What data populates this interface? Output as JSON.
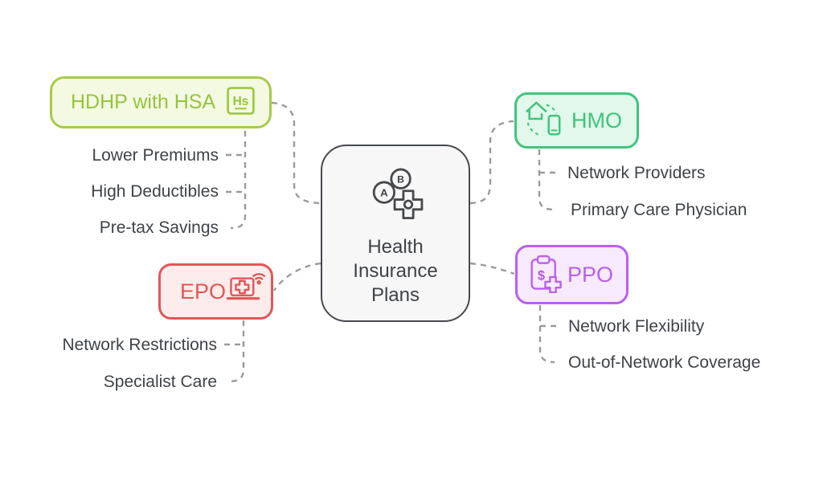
{
  "diagram": {
    "center": {
      "title": "Health Insurance Plans",
      "title_lines": [
        "Health",
        "Insurance",
        "Plans"
      ],
      "icon": "plan-options-medical-cross-icon",
      "icon_badges": [
        "A",
        "B"
      ],
      "border_color": "#46494d",
      "fill": "#f7f7f7"
    },
    "nodes": {
      "hdhp": {
        "label": "HDHP with HSA",
        "icon": "hsa-element-tile-icon",
        "icon_text": "Hs",
        "color": "#9cc840",
        "fill": "#f4f9e2",
        "children": [
          "Lower Premiums",
          "High Deductibles",
          "Pre-tax Savings"
        ]
      },
      "epo": {
        "label": "EPO",
        "icon": "telehealth-laptop-icon",
        "color": "#e15757",
        "fill": "#fdecec",
        "children": [
          "Network Restrictions",
          "Specialist Care"
        ]
      },
      "hmo": {
        "label": "HMO",
        "icon": "home-mobile-network-icon",
        "color": "#41c47e",
        "fill": "#e1f8ea",
        "children": [
          "Network Providers",
          "Primary Care Physician"
        ]
      },
      "ppo": {
        "label": "PPO",
        "icon": "clipboard-cost-plus-icon",
        "icon_text": "$",
        "color": "#ba5ff0",
        "fill": "#f7eafd",
        "children": [
          "Network Flexibility",
          "Out-of-Network Coverage"
        ]
      }
    },
    "connector_color": "#9b9b9b",
    "text_color": "#3f4347"
  }
}
